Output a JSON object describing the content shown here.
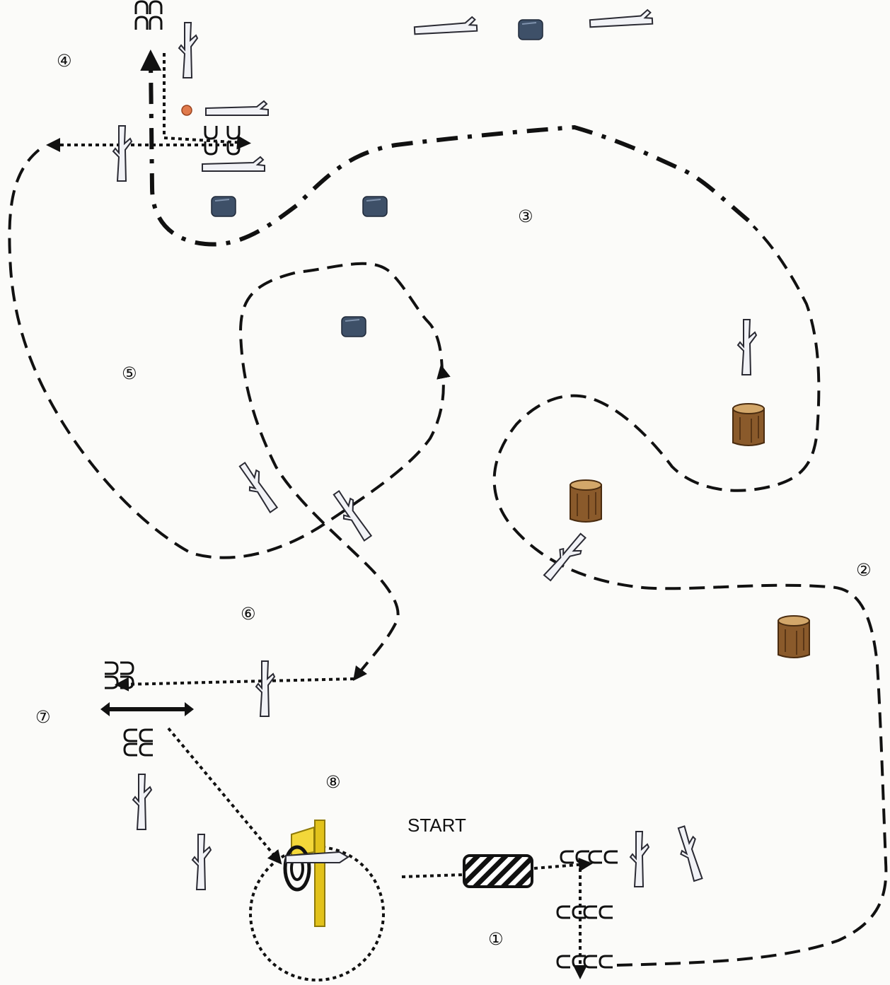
{
  "labels": {
    "start": "START",
    "stations": [
      "①",
      "②",
      "③",
      "④",
      "⑤",
      "⑥",
      "⑦",
      "⑧"
    ]
  },
  "colors": {
    "line": "#111111",
    "stick": "#f1f2f6",
    "rock": "#3e5068",
    "stump": "#8a5a2b",
    "post": "#e2c21b",
    "marker": "#e07a4c"
  },
  "icons": [
    "stick-icon",
    "rock-icon",
    "stump-icon",
    "cone-pair-icon",
    "signpost-icon",
    "start-block-icon",
    "hurdle-icon",
    "marker-dot-icon"
  ]
}
